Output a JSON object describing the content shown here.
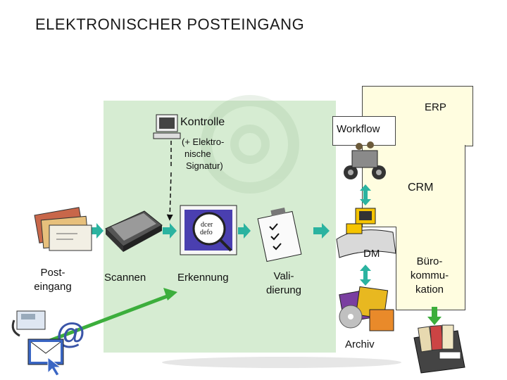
{
  "title": "ELEKTRONISCHER POSTEINGANG",
  "labels": {
    "erp": "ERP",
    "workflow": "Workflow",
    "kontrolle": "Kontrolle",
    "signatur_1": "(+ Elektro-",
    "signatur_2": "nische",
    "signatur_3": "Signatur)",
    "crm": "CRM",
    "dm": "DM",
    "archiv": "Archiv",
    "buero_1": "Büro-",
    "buero_2": "kommu-",
    "buero_3": "kation",
    "posteingang_1": "Post-",
    "posteingang_2": "eingang",
    "scannen": "Scannen",
    "erkennung": "Erkennung",
    "validierung_1": "Vali-",
    "validierung_2": "dierung"
  },
  "colors": {
    "process_area": "#d6ecd2",
    "system_box": "#fffde0",
    "arrow_teal": "#2bb3a0",
    "arrow_green": "#3cae3c"
  },
  "icons": [
    "mail-stack-icon",
    "scanner-icon",
    "ocr-document-icon",
    "clipboard-checklist-icon",
    "computer-terminal-icon",
    "workflow-tractor-icon",
    "desk-workstation-icon",
    "archive-disks-icon",
    "email-fax-icon",
    "file-drawer-icon"
  ]
}
